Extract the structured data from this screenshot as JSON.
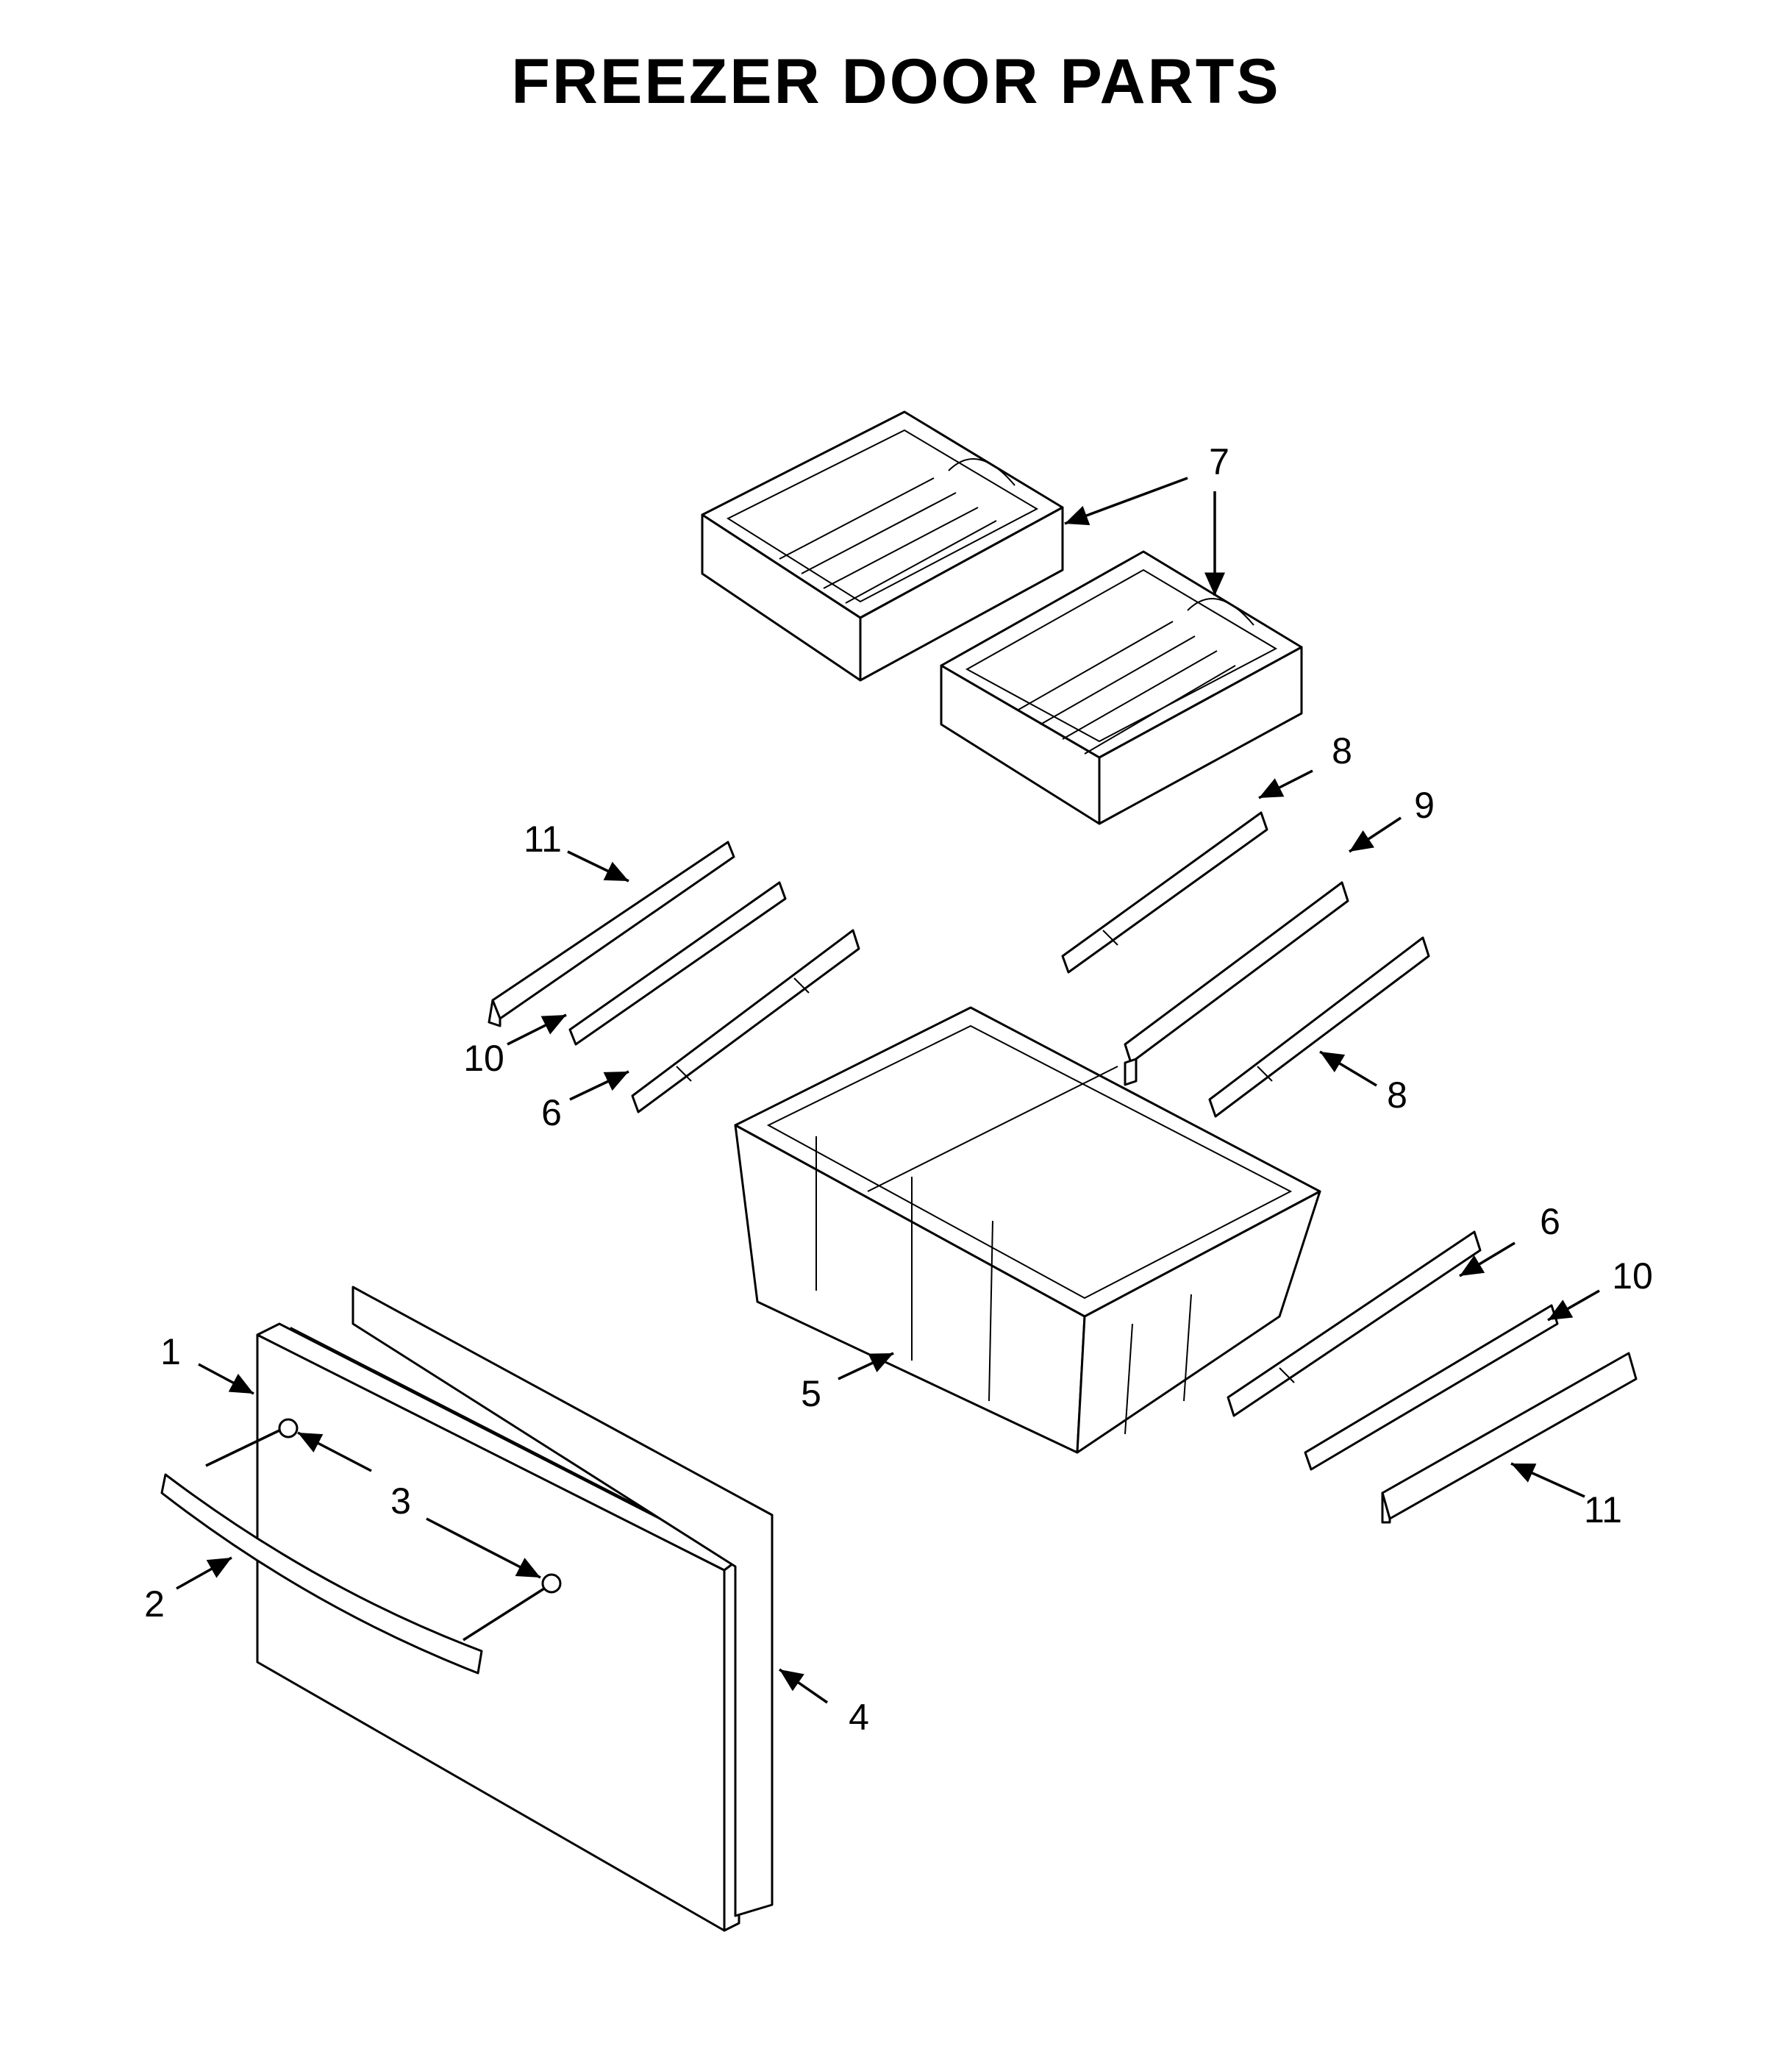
{
  "title": "FREEZER DOOR PARTS",
  "callouts": [
    {
      "id": "c1",
      "label": "1"
    },
    {
      "id": "c2",
      "label": "2"
    },
    {
      "id": "c3",
      "label": "3"
    },
    {
      "id": "c4",
      "label": "4"
    },
    {
      "id": "c5",
      "label": "5"
    },
    {
      "id": "c6a",
      "label": "6"
    },
    {
      "id": "c6b",
      "label": "6"
    },
    {
      "id": "c7",
      "label": "7"
    },
    {
      "id": "c8a",
      "label": "8"
    },
    {
      "id": "c8b",
      "label": "8"
    },
    {
      "id": "c9",
      "label": "9"
    },
    {
      "id": "c10a",
      "label": "10"
    },
    {
      "id": "c10b",
      "label": "10"
    },
    {
      "id": "c11a",
      "label": "11"
    },
    {
      "id": "c11b",
      "label": "11"
    }
  ]
}
